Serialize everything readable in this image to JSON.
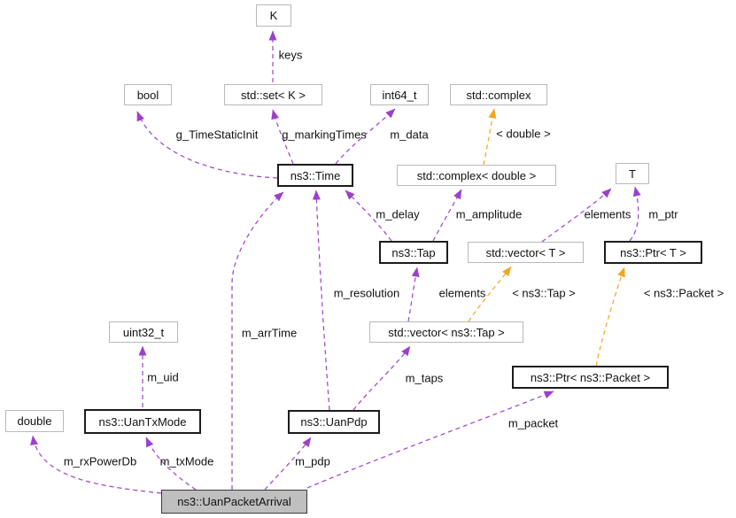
{
  "diagram_type": "collaboration-graph",
  "colors": {
    "usage_edge": "#9c40cc",
    "template_edge": "#f5a41e",
    "plain_node_border": "#b9b9b9",
    "class_node_border": "#1c1c1c",
    "main_node_fill": "#bfbfbf",
    "main_node_border": "#3a3a3a",
    "background": "#ffffff"
  },
  "nodes": [
    {
      "label": "K",
      "kind": "plain"
    },
    {
      "label": "bool",
      "kind": "plain"
    },
    {
      "label": "std::set< K >",
      "kind": "plain"
    },
    {
      "label": "int64_t",
      "kind": "plain"
    },
    {
      "label": "std::complex",
      "kind": "plain"
    },
    {
      "label": "ns3::Time",
      "kind": "class"
    },
    {
      "label": "std::complex< double >",
      "kind": "plain"
    },
    {
      "label": "T",
      "kind": "plain"
    },
    {
      "label": "ns3::Tap",
      "kind": "class"
    },
    {
      "label": "std::vector< T >",
      "kind": "plain"
    },
    {
      "label": "ns3::Ptr< T >",
      "kind": "class"
    },
    {
      "label": "uint32_t",
      "kind": "plain"
    },
    {
      "label": "std::vector< ns3::Tap >",
      "kind": "plain"
    },
    {
      "label": "ns3::Ptr< ns3::Packet >",
      "kind": "class"
    },
    {
      "label": "double",
      "kind": "plain"
    },
    {
      "label": "ns3::UanTxMode",
      "kind": "class"
    },
    {
      "label": "ns3::UanPdp",
      "kind": "class"
    },
    {
      "label": "ns3::UanPacketArrival",
      "kind": "main"
    }
  ],
  "edges": [
    {
      "from": "std::set< K >",
      "to": "K",
      "label": "keys",
      "type": "usage"
    },
    {
      "from": "ns3::Time",
      "to": "bool",
      "label": "g_TimeStaticInit",
      "type": "usage"
    },
    {
      "from": "ns3::Time",
      "to": "std::set< K >",
      "label": "g_markingTimes",
      "type": "usage"
    },
    {
      "from": "ns3::Time",
      "to": "int64_t",
      "label": "m_data",
      "type": "usage"
    },
    {
      "from": "std::complex< double >",
      "to": "std::complex",
      "label": "< double >",
      "type": "template"
    },
    {
      "from": "ns3::Tap",
      "to": "ns3::Time",
      "label": "m_delay",
      "type": "usage"
    },
    {
      "from": "ns3::Tap",
      "to": "std::complex< double >",
      "label": "m_amplitude",
      "type": "usage"
    },
    {
      "from": "std::vector< T >",
      "to": "T",
      "label": "elements",
      "type": "usage"
    },
    {
      "from": "ns3::Ptr< T >",
      "to": "T",
      "label": "m_ptr",
      "type": "usage"
    },
    {
      "from": "ns3::UanPdp",
      "to": "ns3::Time",
      "label": "m_resolution",
      "type": "usage"
    },
    {
      "from": "std::vector< ns3::Tap >",
      "to": "ns3::Tap",
      "label": "elements",
      "type": "usage"
    },
    {
      "from": "std::vector< ns3::Tap >",
      "to": "std::vector< T >",
      "label": "< ns3::Tap >",
      "type": "template"
    },
    {
      "from": "ns3::Ptr< ns3::Packet >",
      "to": "ns3::Ptr< T >",
      "label": "< ns3::Packet >",
      "type": "template"
    },
    {
      "from": "ns3::UanPdp",
      "to": "std::vector< ns3::Tap >",
      "label": "m_taps",
      "type": "usage"
    },
    {
      "from": "ns3::UanTxMode",
      "to": "uint32_t",
      "label": "m_uid",
      "type": "usage"
    },
    {
      "from": "ns3::UanPacketArrival",
      "to": "ns3::Time",
      "label": "m_arrTime",
      "type": "usage"
    },
    {
      "from": "ns3::UanPacketArrival",
      "to": "double",
      "label": "m_rxPowerDb",
      "type": "usage"
    },
    {
      "from": "ns3::UanPacketArrival",
      "to": "ns3::UanTxMode",
      "label": "m_txMode",
      "type": "usage"
    },
    {
      "from": "ns3::UanPacketArrival",
      "to": "ns3::UanPdp",
      "label": "m_pdp",
      "type": "usage"
    },
    {
      "from": "ns3::UanPacketArrival",
      "to": "ns3::Ptr< ns3::Packet >",
      "label": "m_packet",
      "type": "usage"
    }
  ]
}
